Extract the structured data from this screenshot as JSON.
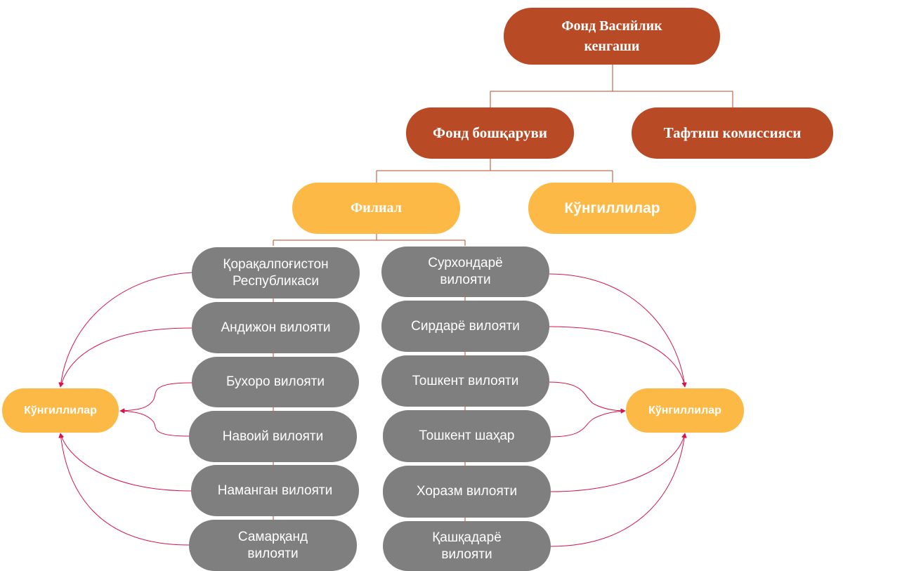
{
  "colors": {
    "leadership": "#b94a26",
    "branch": "#fdb946",
    "region": "#7f7f7f",
    "tree_line": "#b94a26",
    "arrow": "#d6164b"
  },
  "board": "Фонд Васийлик\nкенгаши",
  "management": "Фонд  бошқаруви",
  "audit": "Тафтиш комиссияси",
  "branch": "Филиал",
  "volunteers_main": "Кўнгиллилар",
  "volunteers_left": "Кўнгиллилар",
  "volunteers_right": "Кўнгиллилар",
  "regions_left": [
    "Қорақалпоғистон\nРеспубликаси",
    "Андижон вилояти",
    "Бухоро вилояти",
    "Навоий вилояти",
    "Наманган вилояти",
    "Самарқанд\nвилояти"
  ],
  "regions_right": [
    "Сурхондарё\nвилояти",
    "Сирдарё вилояти",
    "Тошкент вилояти",
    "Тошкент шаҳар",
    "Хоразм вилояти",
    "Қашқадарё\nвилояти"
  ]
}
